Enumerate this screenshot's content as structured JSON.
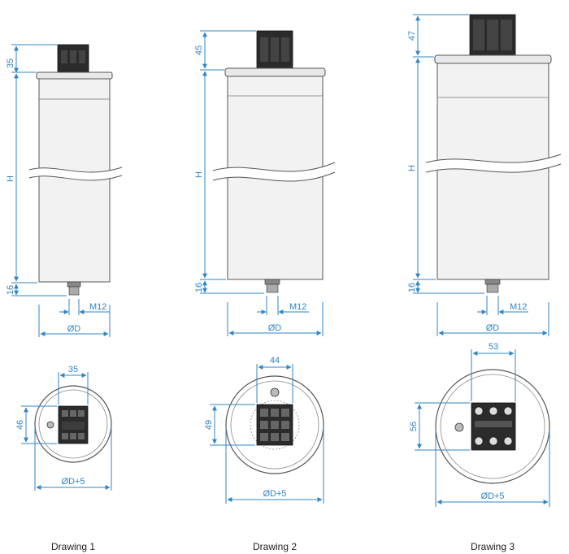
{
  "drawings": [
    {
      "caption": "Drawing 1",
      "terminal_height": "35",
      "height_label": "H",
      "bottom_stud_height": "16",
      "thread": "M12",
      "diameter": "ØD",
      "terminal_width": "35",
      "terminal_depth": "46",
      "outer_diameter": "ØD+5"
    },
    {
      "caption": "Drawing 2",
      "terminal_height": "45",
      "height_label": "H",
      "bottom_stud_height": "16",
      "thread": "M12",
      "diameter": "ØD",
      "terminal_width": "44",
      "terminal_depth": "49",
      "outer_diameter": "ØD+5"
    },
    {
      "caption": "Drawing 3",
      "terminal_height": "47",
      "height_label": "H",
      "bottom_stud_height": "16",
      "thread": "M12",
      "diameter": "ØD",
      "terminal_width": "53",
      "terminal_depth": "56",
      "outer_diameter": "ØD+5"
    }
  ],
  "colors": {
    "dimension": "#2f86c6",
    "terminal": "#2b2b2b",
    "body": "#f2f2f2"
  }
}
